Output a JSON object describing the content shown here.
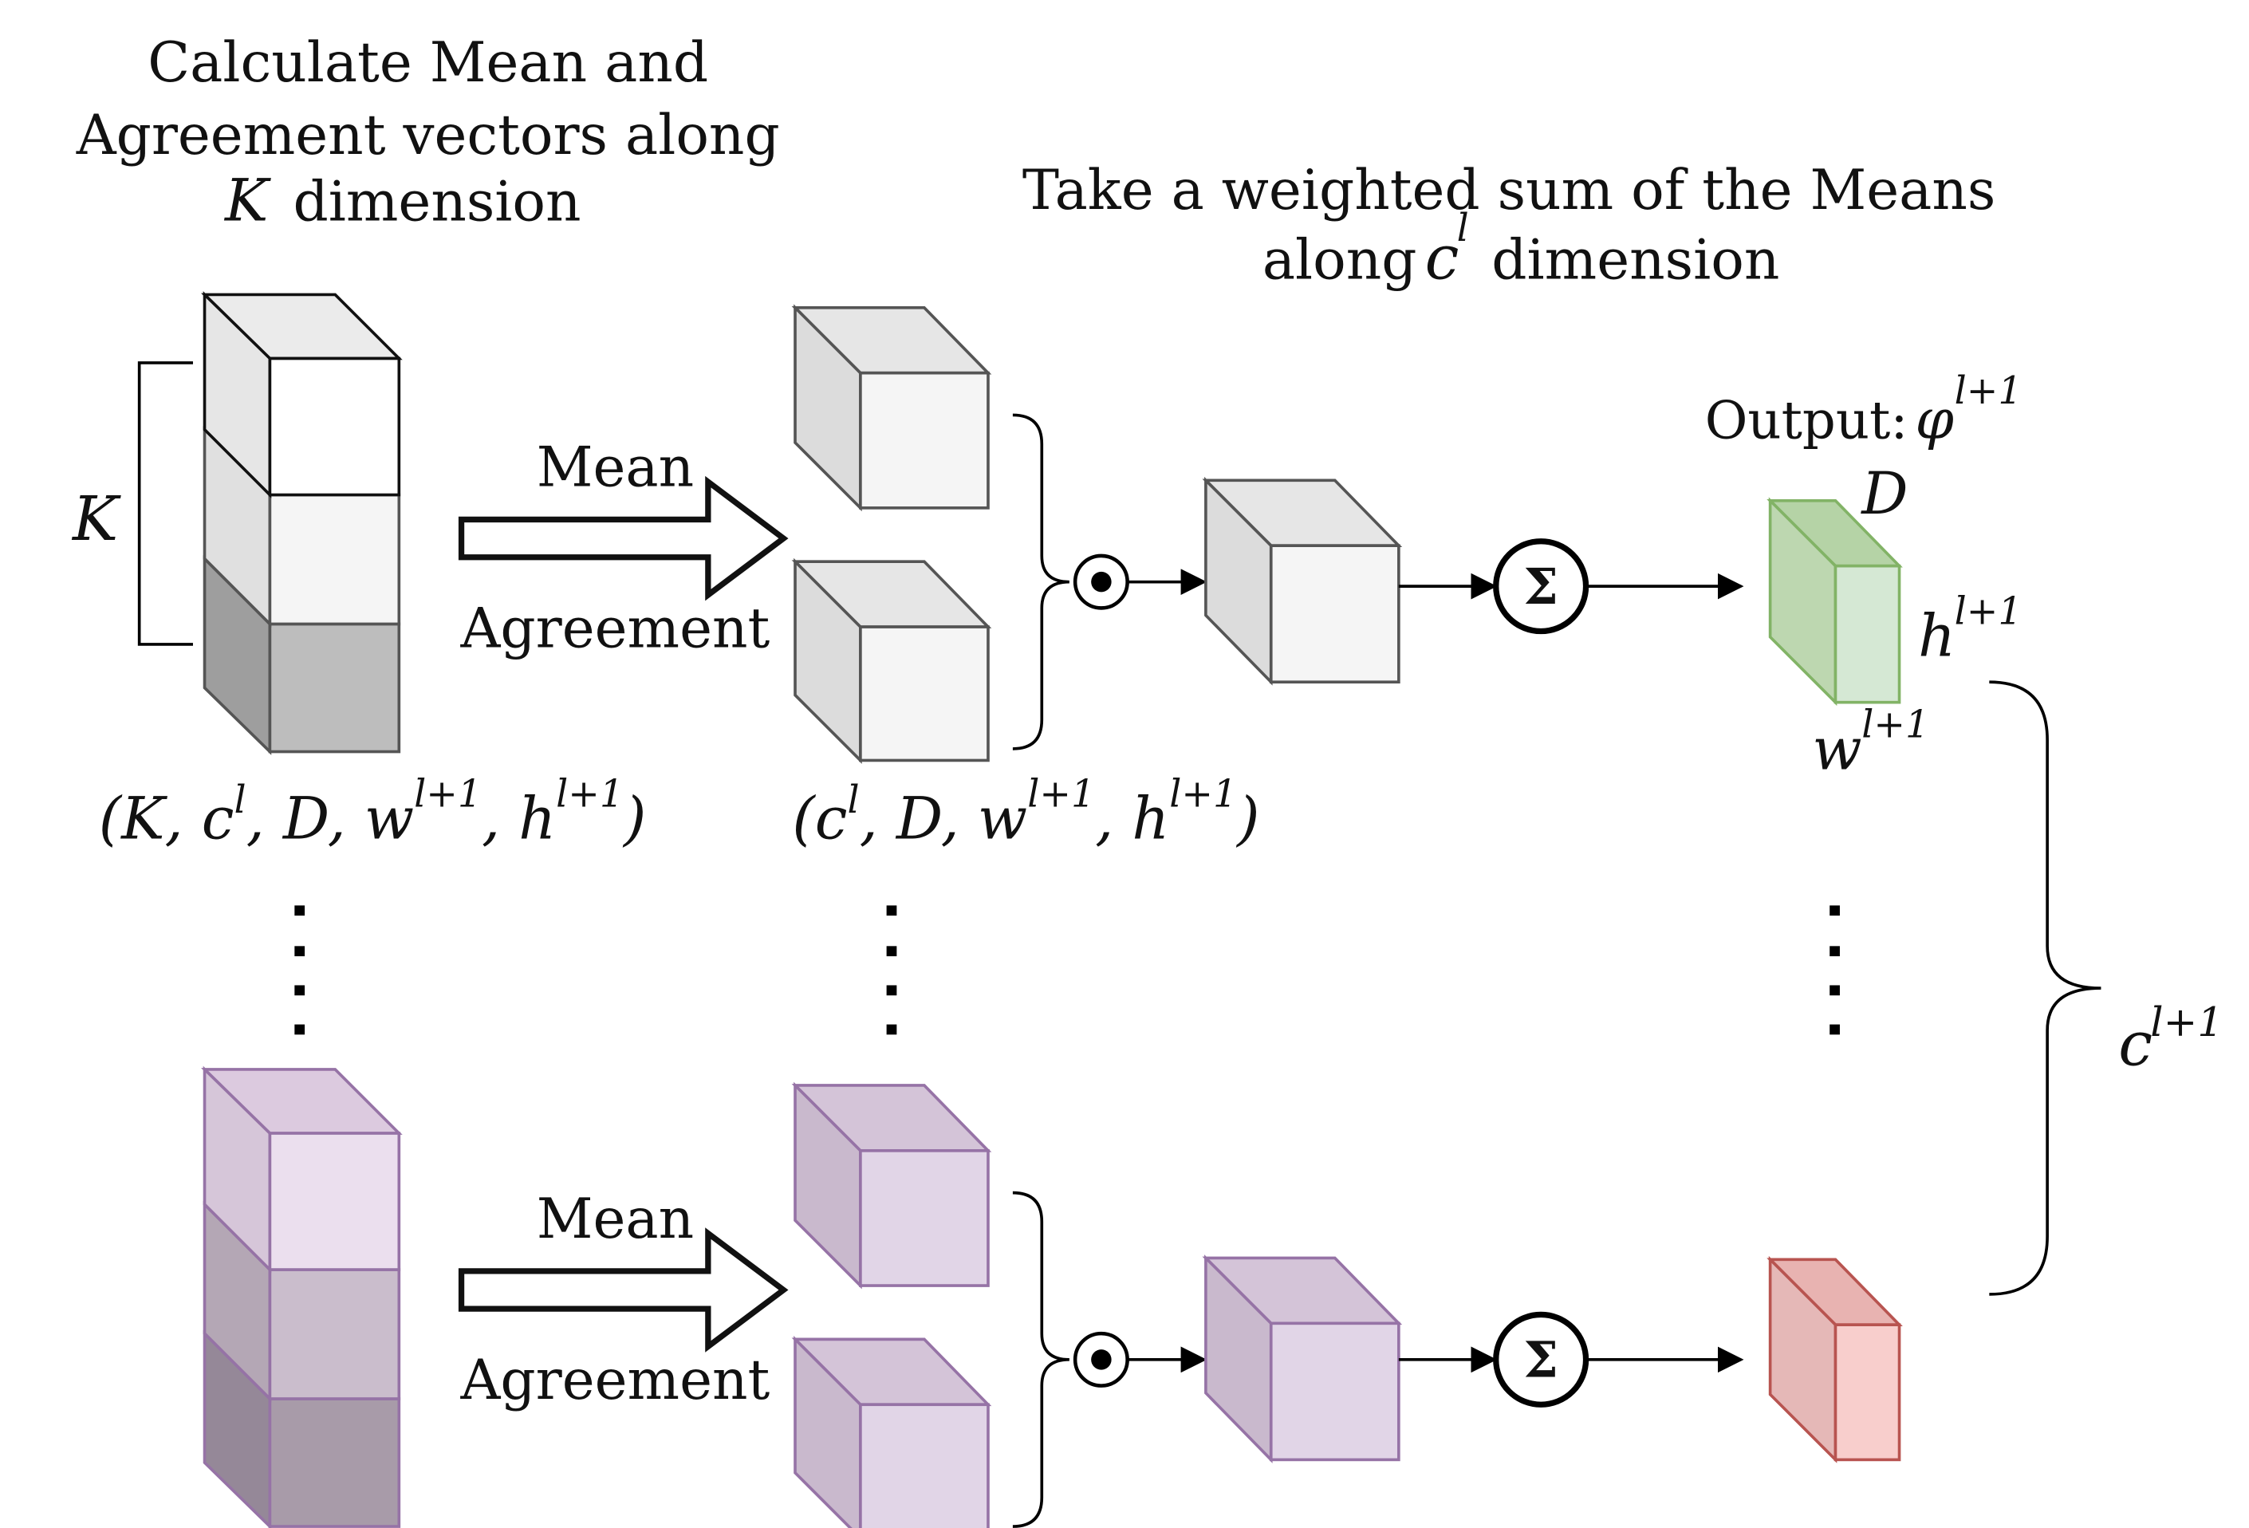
{
  "annotations": {
    "left_title": [
      "Calculate Mean and",
      "Agreement vectors along",
      "dimension"
    ],
    "left_title_var": "K",
    "middle_title": [
      "Take a weighted sum of the Means",
      "along",
      "dimension"
    ],
    "middle_title_var": "c",
    "middle_title_sup": "l",
    "k_label": "K",
    "arrow_mean": "Mean",
    "arrow_agreement": "Agreement",
    "output_label": "Output:",
    "output_var": "φ",
    "output_sup": "l+1",
    "d_label": "D",
    "h_label": "h",
    "h_sup": "l+1",
    "w_label": "w",
    "w_sup": "l+1",
    "c_next_label": "c",
    "c_next_sup": "l+1",
    "dot_op": "⊙",
    "sum_op": "Σ"
  },
  "shapes": {
    "left_input": {
      "main": "(K, c",
      "sup1": "l",
      "mid": ", D, w",
      "sup2": "l+1",
      "mid2": ", h",
      "sup3": "l+1",
      "end": ")"
    },
    "mid_output": {
      "main": "(c",
      "sup1": "l",
      "mid": ", D, w",
      "sup2": "l+1",
      "mid2": ", h",
      "sup3": "l+1",
      "end": ")"
    }
  },
  "colors": {
    "gray_stroke": "#555555",
    "purple_stroke": "#9673a6",
    "green_stroke": "#82b366",
    "red_stroke": "#b85450"
  }
}
